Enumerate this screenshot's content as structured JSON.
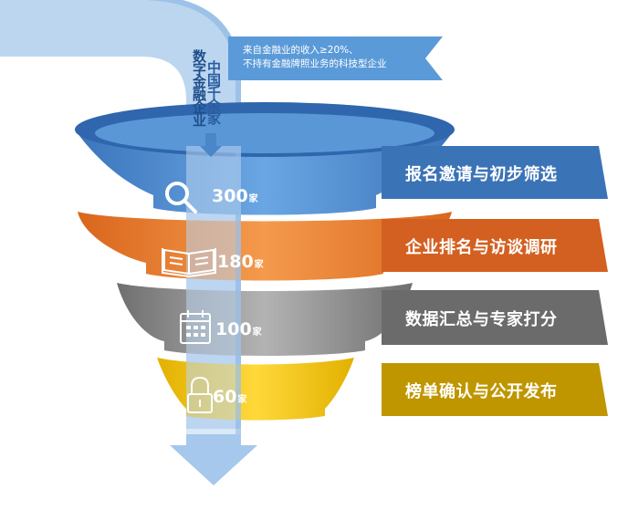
{
  "source_label": {
    "line1": "中国千余家",
    "line2": "数字金融企业"
  },
  "criteria_note": {
    "line1": "来自金融业的收入≥20%、",
    "line2": "不持有金融牌照业务的科技型企业"
  },
  "stages": [
    {
      "count": "300",
      "unit": "家",
      "label": "报名邀请与初步筛选",
      "icon": "search-icon",
      "color": "#4a86c8"
    },
    {
      "count": "180",
      "unit": "家",
      "label": "企业排名与访谈调研",
      "icon": "open-book-icon",
      "color": "#e8772e"
    },
    {
      "count": "100",
      "unit": "家",
      "label": "数据汇总与专家打分",
      "icon": "calendar-icon",
      "color": "#8a8a8a"
    },
    {
      "count": "60",
      "unit": "家",
      "label": "榜单确认与公开发布",
      "icon": "lock-icon",
      "color": "#d4a800"
    }
  ]
}
